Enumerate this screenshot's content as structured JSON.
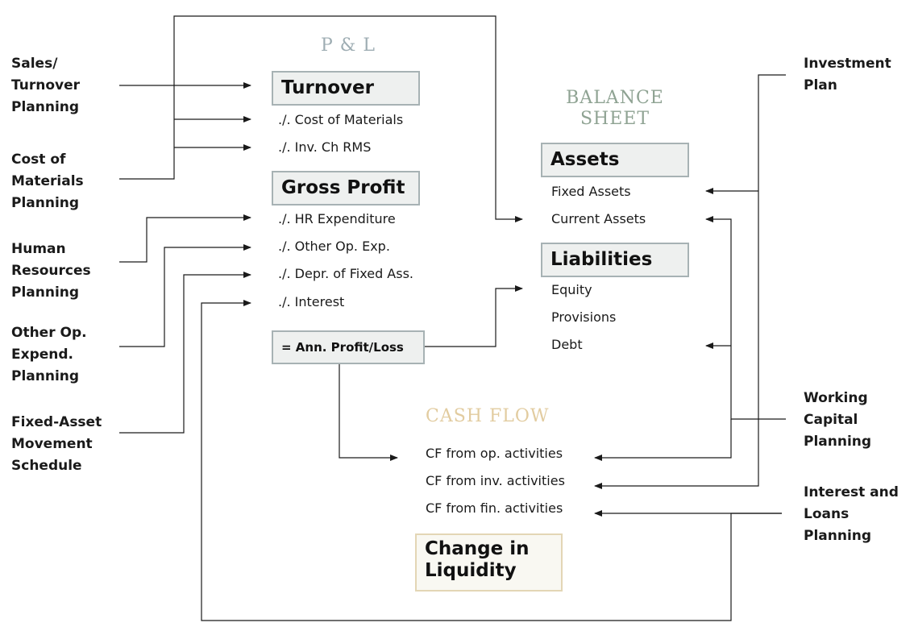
{
  "left_inputs": {
    "sales": "Sales/ Turnover Planning",
    "materials": "Cost of Materials Planning",
    "hr": "Human Resources Planning",
    "other_op": "Other Op. Expend. Planning",
    "fixed_asset": "Fixed-Asset Movement Schedule"
  },
  "right_inputs": {
    "investment": "Investment Plan",
    "working_capital": "Working Capital Planning",
    "interest_loans": "Interest and Loans Planning"
  },
  "pl": {
    "heading": "P & L",
    "turnover": "Turnover",
    "cost_materials": "./. Cost of Materials",
    "inv_ch": "./. Inv. Ch RMS",
    "gross_profit": "Gross Profit",
    "hr_exp": "./. HR Expenditure",
    "other_op": "./. Other Op. Exp.",
    "depr": "./. Depr. of Fixed Ass.",
    "interest": "./. Interest",
    "annual": "= Ann. Profit/Loss"
  },
  "balance_sheet": {
    "heading": "BALANCE SHEET",
    "assets": "Assets",
    "fixed_assets": "Fixed Assets",
    "current_assets": "Current Assets",
    "liabilities": "Liabilities",
    "equity": "Equity",
    "provisions": "Provisions",
    "debt": "Debt"
  },
  "cash_flow": {
    "heading": "CASH FLOW",
    "op": "CF from op. activities",
    "inv": "CF from inv. activities",
    "fin": "CF from fin. activities",
    "change": "Change in Liquidity"
  },
  "colors": {
    "pl_heading": "#9eadb3",
    "bs_heading": "#8fa393",
    "cf_heading": "#e2cca0",
    "box_border": "#a7b2b4",
    "box_fill": "#eef0ef",
    "liquidity_border": "#e3d6b5"
  }
}
